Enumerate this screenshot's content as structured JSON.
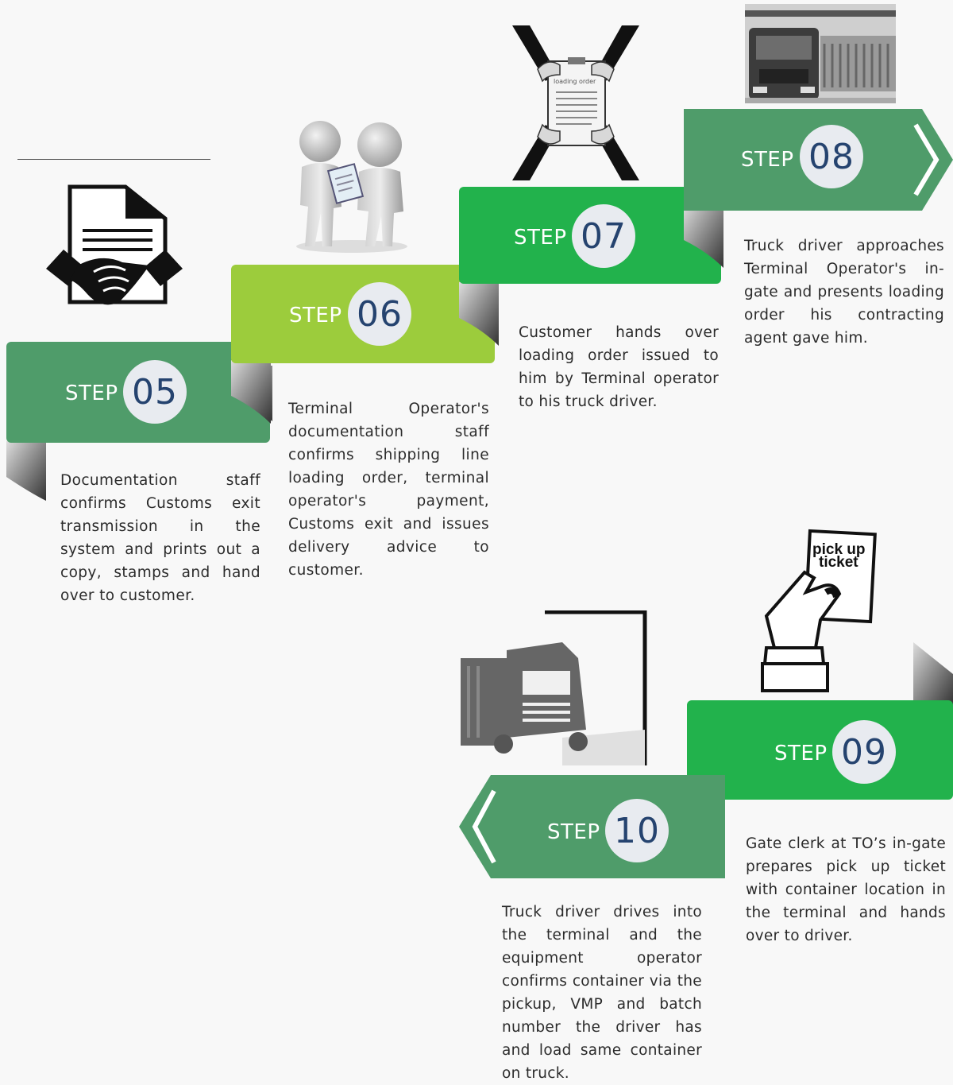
{
  "steps": [
    {
      "label": "STEP",
      "number": "05",
      "text": "Documentation staff confirms Customs exit transmission in the system and prints out a copy, stamps and hand over to customer."
    },
    {
      "label": "STEP",
      "number": "06",
      "text": "Terminal Operator's documentation staff confirms shipping line loading order, terminal operator's payment, Customs exit and issues delivery advice to customer."
    },
    {
      "label": "STEP",
      "number": "07",
      "text": "Customer hands over loading order issued to him by Terminal operator to his truck driver."
    },
    {
      "label": "STEP",
      "number": "08",
      "text": "Truck driver approaches Terminal Operator's in-gate and presents loading order his contracting agent gave him."
    },
    {
      "label": "STEP",
      "number": "09",
      "text": "Gate clerk at TO’s in-gate prepares pick up ticket with container location in the terminal and hands over to driver."
    },
    {
      "label": "STEP",
      "number": "10",
      "text": "Truck driver drives into the terminal and the equipment operator confirms container via the pickup, VMP and batch number the driver has and load same container on truck."
    }
  ],
  "icons": {
    "step05": "handshake-document-icon",
    "step06": "people-with-clipboard-icon",
    "step07": "hands-holding-loading-order-icon",
    "step08": "truck-at-gate-icon",
    "step09": "hand-holding-ticket-icon",
    "step10": "truck-entering-terminal-icon"
  },
  "illustration_text": {
    "loading_order": "loading order",
    "ticket_line1": "pick up",
    "ticket_line2": "ticket"
  },
  "colors": {
    "dark_green": "#4f9c6a",
    "bright_green": "#22b24c",
    "lime_green": "#9ccc3c",
    "badge_bg": "#e8ebf0",
    "badge_text": "#25436f"
  }
}
